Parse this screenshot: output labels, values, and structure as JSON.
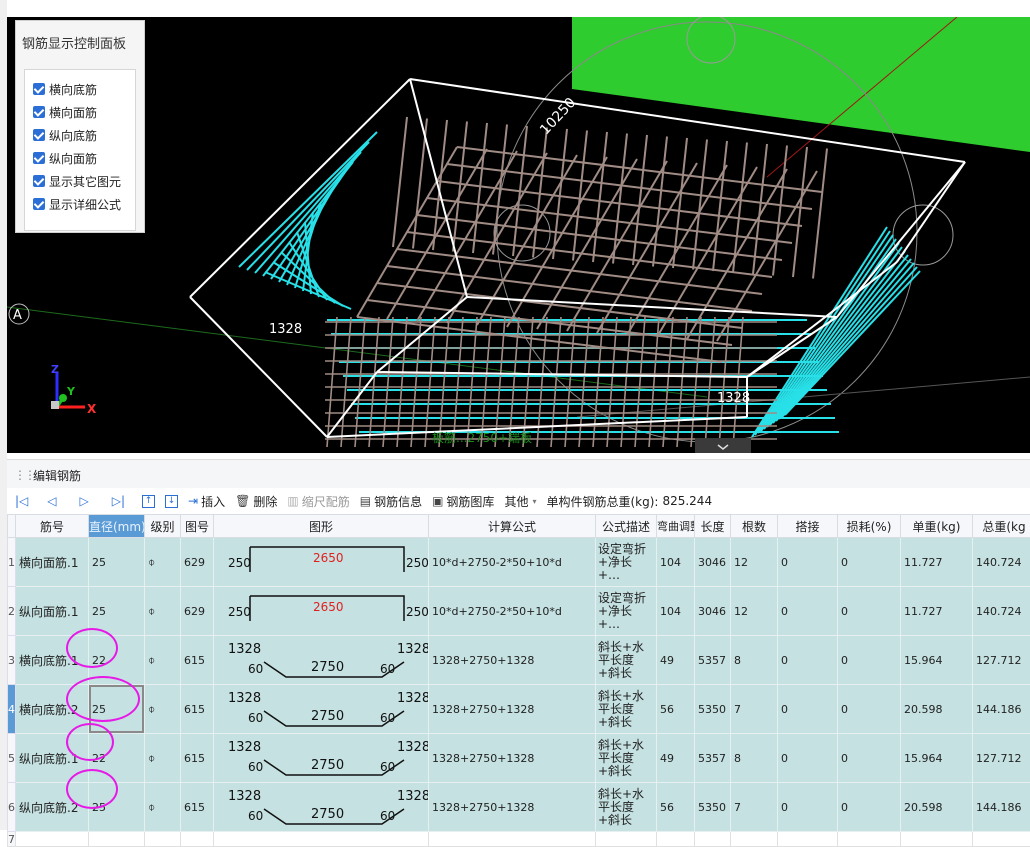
{
  "viewport": {
    "dimension_labels": [
      "10250",
      "1328",
      "1328"
    ],
    "faded_text": "板筋...2750+端板",
    "axis_marker": "A",
    "axes": {
      "z": "Z",
      "y": "Y",
      "x": "X"
    }
  },
  "control_panel": {
    "title": "钢筋显示控制面板",
    "items": [
      {
        "label": "横向底筋",
        "checked": true
      },
      {
        "label": "横向面筋",
        "checked": true
      },
      {
        "label": "纵向底筋",
        "checked": true
      },
      {
        "label": "纵向面筋",
        "checked": true
      },
      {
        "label": "显示其它图元",
        "checked": true
      },
      {
        "label": "显示详细公式",
        "checked": true
      }
    ]
  },
  "edit_panel": {
    "title": "编辑钢筋"
  },
  "toolbar": {
    "first_icon": "first-record-icon",
    "prev_icon": "prev-record-icon",
    "next_icon": "next-record-icon",
    "last_icon": "last-record-icon",
    "insert": "插入",
    "delete": "删除",
    "scale_rebar": "缩尺配筋",
    "rebar_info": "钢筋信息",
    "rebar_library": "钢筋图库",
    "other": "其他",
    "total_weight_label": "单构件钢筋总重(kg):",
    "total_weight_value": "825.244"
  },
  "table": {
    "headers": [
      "筋号",
      "直径(mm)",
      "级别",
      "图号",
      "图形",
      "计算公式",
      "公式描述",
      "弯曲调整",
      "长度",
      "根数",
      "搭接",
      "损耗(%)",
      "单重(kg)",
      "总重(kg"
    ],
    "rows": [
      {
        "no": "1",
        "name": "横向面筋.1",
        "dia": "25",
        "grade": "⌽",
        "fig": "629",
        "shape": "u",
        "left": "250",
        "mid": "2650",
        "right": "250",
        "formula": "10*d+2750-2*50+10*d",
        "desc": "设定弯折+净长+…",
        "bend": "104",
        "len": "3046",
        "count": "12",
        "lap": "0",
        "loss": "0",
        "unit": "11.727",
        "total": "140.724"
      },
      {
        "no": "2",
        "name": "纵向面筋.1",
        "dia": "25",
        "grade": "⌽",
        "fig": "629",
        "shape": "u",
        "left": "250",
        "mid": "2650",
        "right": "250",
        "formula": "10*d+2750-2*50+10*d",
        "desc": "设定弯折+净长+…",
        "bend": "104",
        "len": "3046",
        "count": "12",
        "lap": "0",
        "loss": "0",
        "unit": "11.727",
        "total": "140.724"
      },
      {
        "no": "3",
        "name": "横向底筋.1",
        "dia": "22",
        "grade": "⌽",
        "fig": "615",
        "shape": "trap",
        "left": "1328",
        "mid": "2750",
        "right": "1328",
        "bl": "60",
        "br": "60",
        "formula": "1328+2750+1328",
        "desc": "斜长+水平长度+斜长",
        "bend": "49",
        "len": "5357",
        "count": "8",
        "lap": "0",
        "loss": "0",
        "unit": "15.964",
        "total": "127.712"
      },
      {
        "no": "4",
        "name": "横向底筋.2",
        "dia": "25",
        "grade": "⌽",
        "fig": "615",
        "shape": "trap",
        "left": "1328",
        "mid": "2750",
        "right": "1328",
        "bl": "60",
        "br": "60",
        "formula": "1328+2750+1328",
        "desc": "斜长+水平长度+斜长",
        "bend": "56",
        "len": "5350",
        "count": "7",
        "lap": "0",
        "loss": "0",
        "unit": "20.598",
        "total": "144.186"
      },
      {
        "no": "5",
        "name": "纵向底筋.1",
        "dia": "22",
        "grade": "⌽",
        "fig": "615",
        "shape": "trap",
        "left": "1328",
        "mid": "2750",
        "right": "1328",
        "bl": "60",
        "br": "60",
        "formula": "1328+2750+1328",
        "desc": "斜长+水平长度+斜长",
        "bend": "49",
        "len": "5357",
        "count": "8",
        "lap": "0",
        "loss": "0",
        "unit": "15.964",
        "total": "127.712"
      },
      {
        "no": "6",
        "name": "纵向底筋.2",
        "dia": "25",
        "grade": "⌽",
        "fig": "615",
        "shape": "trap",
        "left": "1328",
        "mid": "2750",
        "right": "1328",
        "bl": "60",
        "br": "60",
        "formula": "1328+2750+1328",
        "desc": "斜长+水平长度+斜长",
        "bend": "56",
        "len": "5350",
        "count": "7",
        "lap": "0",
        "loss": "0",
        "unit": "20.598",
        "total": "144.186"
      }
    ],
    "empty_row_no": "7"
  },
  "colors": {
    "row_bg": "#c5e1e2",
    "selected_header": "#5b9bd5",
    "annotation": "#e619e6",
    "slab": "#2ecc2e",
    "cyan_rebar": "#28e0e8",
    "rebar": "#a08c84",
    "red_text": "#e02020"
  }
}
